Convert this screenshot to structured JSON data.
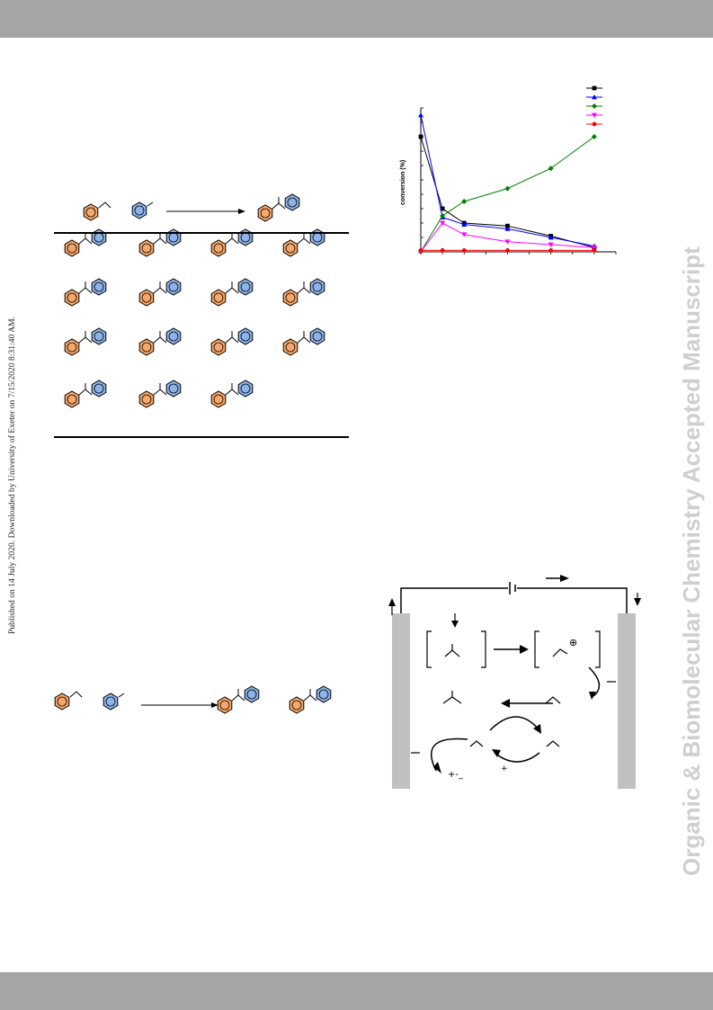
{
  "header_band": "",
  "footer_band": "",
  "watermark": {
    "text": "Organic & Biomolecular Chemistry Accepted Manuscript",
    "color": "#cfcfcf"
  },
  "side_note": {
    "text": "Published on 14 July 2020. Downloaded by University of Exeter on 7/15/2020 8:31:40 AM."
  },
  "colors": {
    "alkene_ring": "#f6a86b",
    "arene_ring": "#8db3e8",
    "band": "#a5a5a5",
    "electrode": "#c0c0c0"
  },
  "chart_data": {
    "type": "line",
    "title": "",
    "xlabel": "",
    "ylabel": "conversion (%)",
    "x": [
      0,
      1,
      2,
      4,
      6,
      8
    ],
    "xlim": [
      0,
      9
    ],
    "ylim": [
      0,
      100
    ],
    "legend_position": "top-right",
    "series": [
      {
        "color": "#000000",
        "marker": "square",
        "values": [
          80,
          30,
          20,
          18,
          11,
          3
        ]
      },
      {
        "color": "#0000ff",
        "marker": "triangle-up",
        "values": [
          95,
          24,
          19,
          16,
          10,
          4
        ]
      },
      {
        "color": "#008000",
        "marker": "diamond",
        "values": [
          0,
          25,
          35,
          44,
          58,
          80
        ]
      },
      {
        "color": "#ff00ff",
        "marker": "triangle-down",
        "values": [
          0,
          20,
          12,
          7,
          5,
          3
        ]
      },
      {
        "color": "#ff0000",
        "marker": "circle",
        "values": [
          1,
          1,
          1,
          1,
          1,
          1
        ]
      }
    ]
  },
  "cell": {
    "charges": {
      "plus_radical": "⊕",
      "plus": "+",
      "minus_pair": "+-_"
    }
  }
}
